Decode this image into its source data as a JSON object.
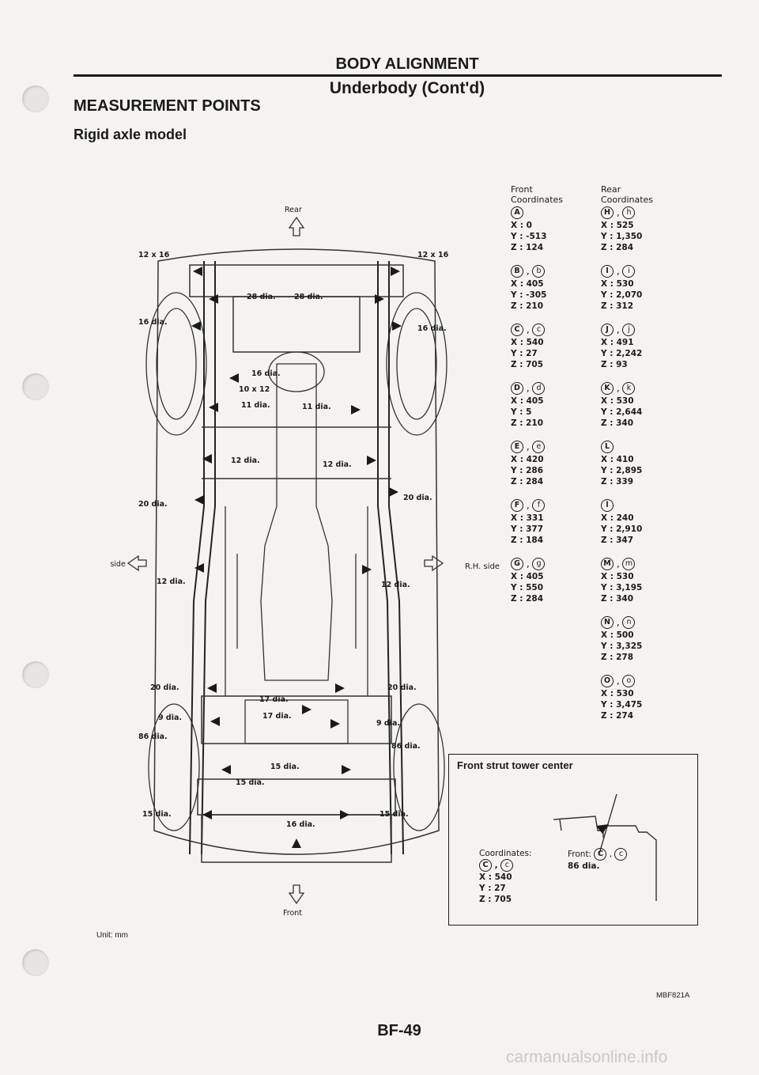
{
  "header": {
    "title": "BODY ALIGNMENT",
    "subtitle": "Underbody (Cont'd)"
  },
  "section": {
    "title": "MEASUREMENT POINTS",
    "subtitle": "Rigid axle model"
  },
  "diagram": {
    "rear_label": "Rear",
    "front_label": "Front",
    "lh_label": "L.H. side",
    "rh_label": "R.H. side",
    "callouts": {
      "o_l": "12 x 16",
      "o_r": "12 x 16",
      "n_l": "28 dia.",
      "n_r": "28 dia.",
      "m_l": "16 dia.",
      "m_r": "16 dia.",
      "l": "16 dia.",
      "l_small": "10 x 12",
      "k_l": "11 dia.",
      "k_r": "11 dia.",
      "j_l": "12 dia.",
      "j_r": "12 dia.",
      "i_l": "20 dia.",
      "i_r": "20 dia.",
      "h_l": "12 dia.",
      "h_r": "12 dia.",
      "g_l": "20 dia.",
      "g_r": "20 dia.",
      "f_l": "17 dia.",
      "f_r": "17 dia.",
      "e_l": "9 dia.",
      "e_r": "9 dia.",
      "c_l": "86 dia.",
      "c_r": "86 dia.",
      "d_l": "15 dia.",
      "d_r": "15 dia.",
      "b_l": "15 dia.",
      "b_r": "15 dia.",
      "a": "16 dia."
    }
  },
  "coordinates": {
    "front_header_1": "Front",
    "front_header_2": "Coordinates",
    "rear_header_1": "Rear",
    "rear_header_2": "Coordinates",
    "front": [
      {
        "label": "A",
        "small": "",
        "x": "X : 0",
        "y": "Y : -513",
        "z": "Z : 124"
      },
      {
        "label": "B",
        "small": "b",
        "x": "X : 405",
        "y": "Y : -305",
        "z": "Z : 210"
      },
      {
        "label": "C",
        "small": "c",
        "x": "X : 540",
        "y": "Y : 27",
        "z": "Z : 705"
      },
      {
        "label": "D",
        "small": "d",
        "x": "X : 405",
        "y": "Y : 5",
        "z": "Z : 210"
      },
      {
        "label": "E",
        "small": "e",
        "x": "X : 420",
        "y": "Y : 286",
        "z": "Z : 284"
      },
      {
        "label": "F",
        "small": "f",
        "x": "X : 331",
        "y": "Y : 377",
        "z": "Z : 184"
      },
      {
        "label": "G",
        "small": "g",
        "x": "X : 405",
        "y": "Y : 550",
        "z": "Z : 284"
      }
    ],
    "rear": [
      {
        "label": "H",
        "small": "h",
        "x": "X : 525",
        "y": "Y : 1,350",
        "z": "Z : 284"
      },
      {
        "label": "I",
        "small": "i",
        "x": "X : 530",
        "y": "Y : 2,070",
        "z": "Z : 312"
      },
      {
        "label": "J",
        "small": "j",
        "x": "X : 491",
        "y": "Y : 2,242",
        "z": "Z : 93"
      },
      {
        "label": "K",
        "small": "k",
        "x": "X : 530",
        "y": "Y : 2,644",
        "z": "Z : 340"
      },
      {
        "label": "L",
        "small": "",
        "x": "X : 410",
        "y": "Y : 2,895",
        "z": "Z : 339"
      },
      {
        "label": "l",
        "small": "",
        "x": "X : 240",
        "y": "Y : 2,910",
        "z": "Z : 347"
      },
      {
        "label": "M",
        "small": "m",
        "x": "X : 530",
        "y": "Y : 3,195",
        "z": "Z : 340"
      },
      {
        "label": "N",
        "small": "n",
        "x": "X : 500",
        "y": "Y : 3,325",
        "z": "Z : 278"
      },
      {
        "label": "O",
        "small": "o",
        "x": "X : 530",
        "y": "Y : 3,475",
        "z": "Z : 274"
      }
    ]
  },
  "strut": {
    "title": "Front strut tower center",
    "coords_label": "Coordinates:",
    "label": "C",
    "small": "c",
    "x": "X : 540",
    "y": "Y : 27",
    "z": "Z : 705",
    "front_label": "Front:",
    "front_dia": "86 dia."
  },
  "footer": {
    "unit": "Unit: mm",
    "figure_id": "MBF821A",
    "page": "BF-49",
    "watermark": "carmanualsonline.info"
  }
}
